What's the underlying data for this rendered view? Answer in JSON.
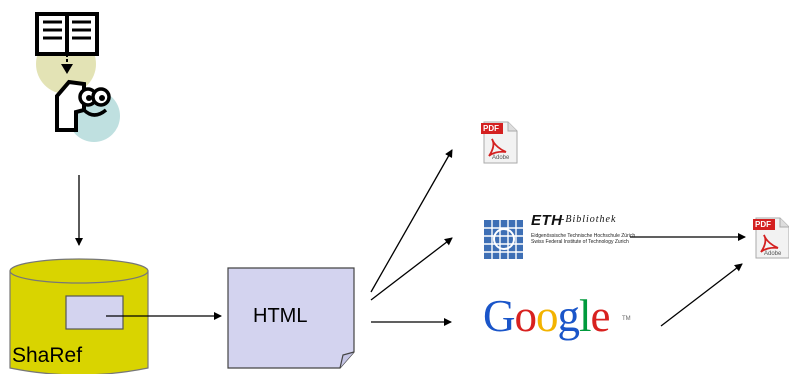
{
  "nodes": {
    "sharef": "ShaRef",
    "html": "HTML"
  },
  "eth": {
    "title": "ETH",
    "subtitle": "-Bibliothek",
    "line1": "Eidgenössische Technische Hochschule Zürich",
    "line2": "Swiss Federal Institute of Technology Zurich"
  },
  "google": {
    "letters": [
      "G",
      "o",
      "o",
      "g",
      "l",
      "e"
    ],
    "colors": [
      "#1a55c9",
      "#d8211f",
      "#f3b300",
      "#1a55c9",
      "#009a3c",
      "#d8211f"
    ],
    "tm": "TM"
  },
  "pdf": {
    "label": "PDF",
    "brand": "Adobe"
  },
  "icons": [
    "book-icon",
    "reader-face-icon",
    "pdf-file-icon",
    "eth-logo-icon",
    "google-logo",
    "database-cylinder-icon",
    "html-document-icon"
  ],
  "colors": {
    "cylinder": "#d9d400",
    "document": "#d3d3ef",
    "book_circle": "#e3e3b5",
    "face_circle": "#bfe0e0",
    "pdf_red": "#d42020",
    "eth_blue": "#3e6fb5"
  }
}
